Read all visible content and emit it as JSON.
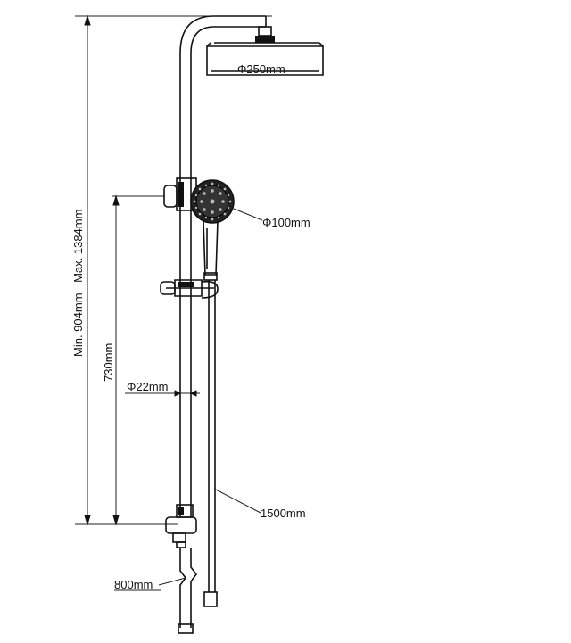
{
  "labels": {
    "head_diameter": "Φ250mm",
    "handset_diameter": "Φ100mm",
    "pipe_diameter": "Φ22mm",
    "hose_length": "1500mm",
    "lower_pipe_length": "800mm",
    "bracket_height": "730mm",
    "overall_height": "Min. 904mm - Max. 1384mm"
  },
  "icons": {
    "shower_head": "overhead-rain-shower-head",
    "hand_shower": "hand-shower",
    "slide_holder": "slide-holder",
    "wall_bracket": "wall-bracket",
    "diverter": "diverter-valve"
  }
}
